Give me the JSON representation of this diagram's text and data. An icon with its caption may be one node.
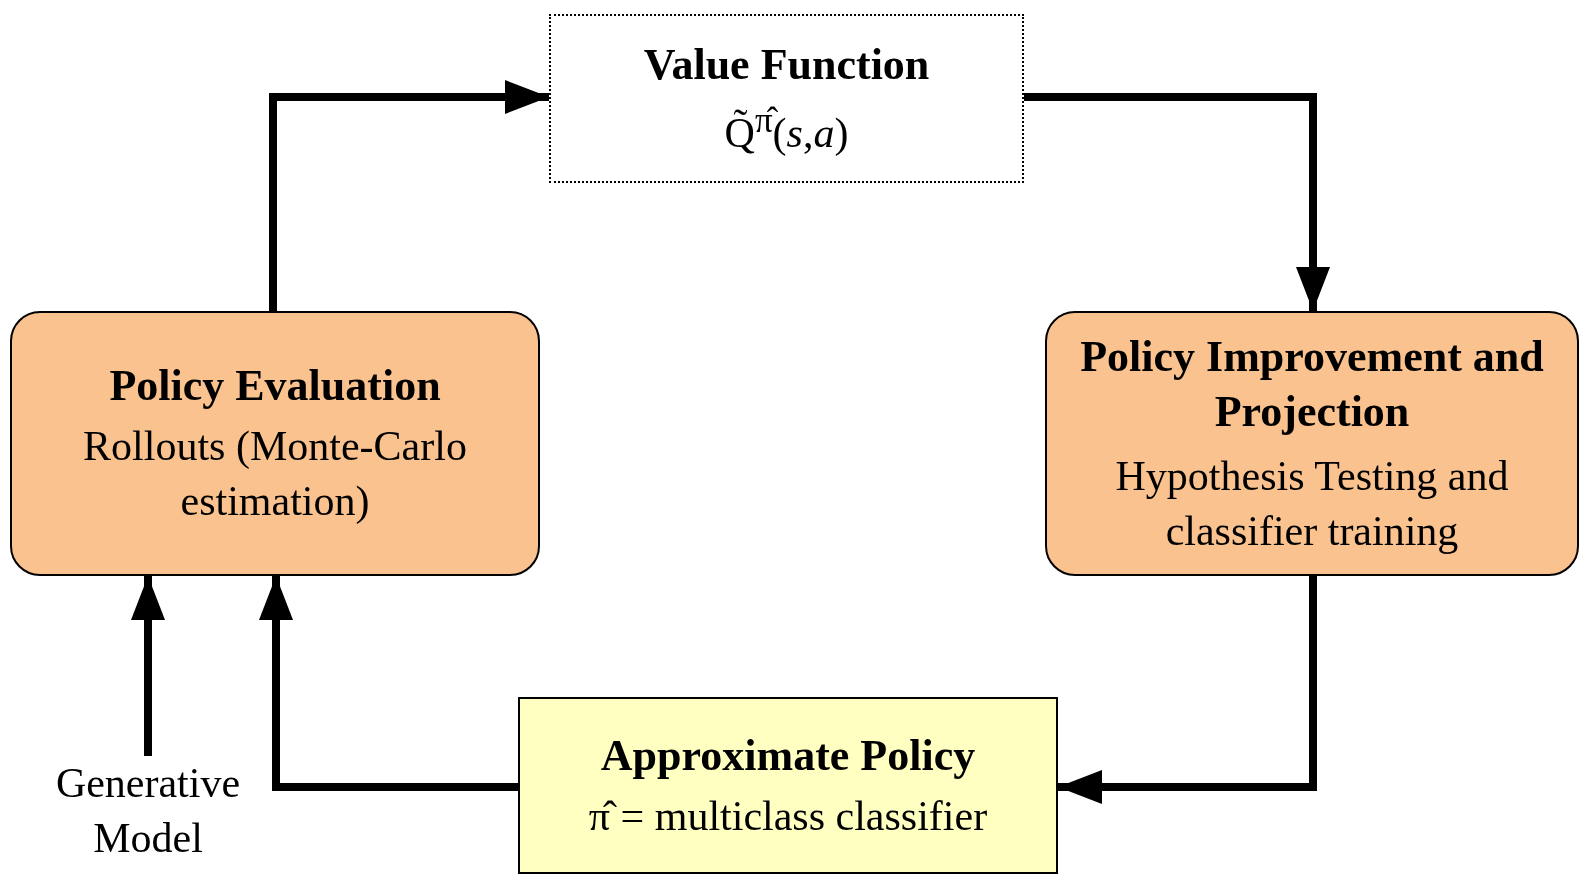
{
  "diagram": {
    "nodes": [
      {
        "text": [
          "Value Function",
          "Q̃$^{π̂}$(*s*,*a*)"
        ]
      },
      {
        "text": [
          "Policy Evaluation",
          "Rollouts (Monte-Carlo estimation)"
        ]
      },
      {
        "text": [
          "Policy Improvement and Projection",
          "Hypothesis Testing and classifier training"
        ]
      },
      {
        "text": [
          "Approximate Policy",
          "π̂ = multiclass classifier"
        ]
      },
      {
        "text": [
          "Generative Model"
        ]
      }
    ],
    "edges": [
      {
        "from": 1,
        "to": 0,
        "arrow": "to"
      },
      {
        "from": 0,
        "to": 2,
        "arrow": "to"
      },
      {
        "from": 2,
        "to": 3,
        "arrow": "to"
      },
      {
        "from": 3,
        "to": 1,
        "arrow": "to"
      },
      {
        "from": 4,
        "to": 1,
        "arrow": "to"
      }
    ]
  }
}
